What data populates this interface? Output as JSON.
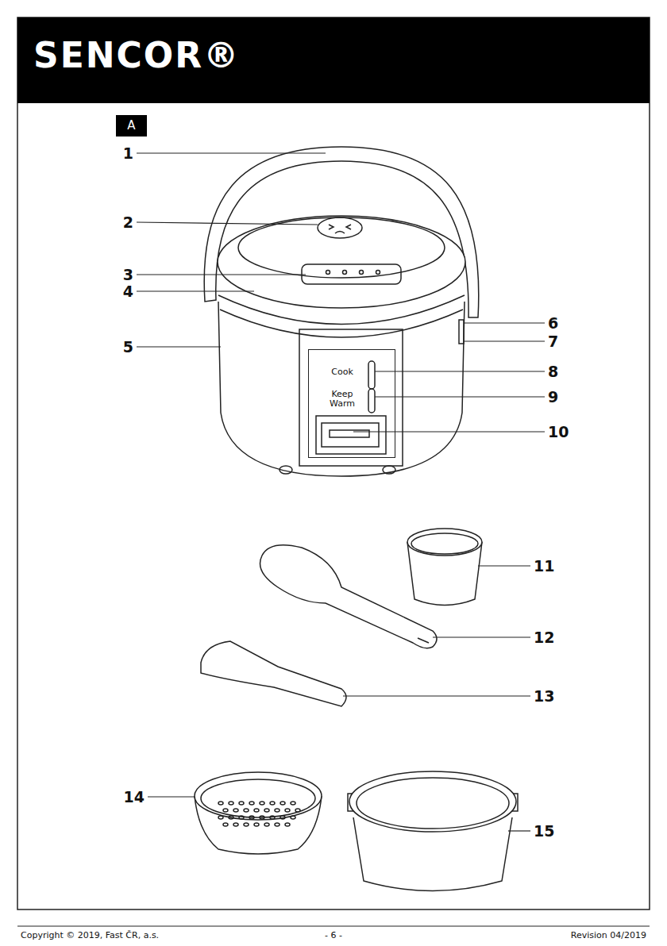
{
  "diagram": {
    "nodes": [
      {
        "text": [
          "SENCOR®"
        ]
      },
      {
        "text": [
          "A"
        ]
      },
      {
        "text": [
          "Cook",
          "Keep Warm"
        ]
      }
    ],
    "labels": [
      "1",
      "2",
      "3",
      "4",
      "5",
      "6",
      "7",
      "8",
      "9",
      "10",
      "11",
      "12",
      "13",
      "14",
      "15",
      "Copyright © 2019, Fast ČR, a.s.",
      "- 6 -",
      "Revision 04/2019"
    ]
  }
}
